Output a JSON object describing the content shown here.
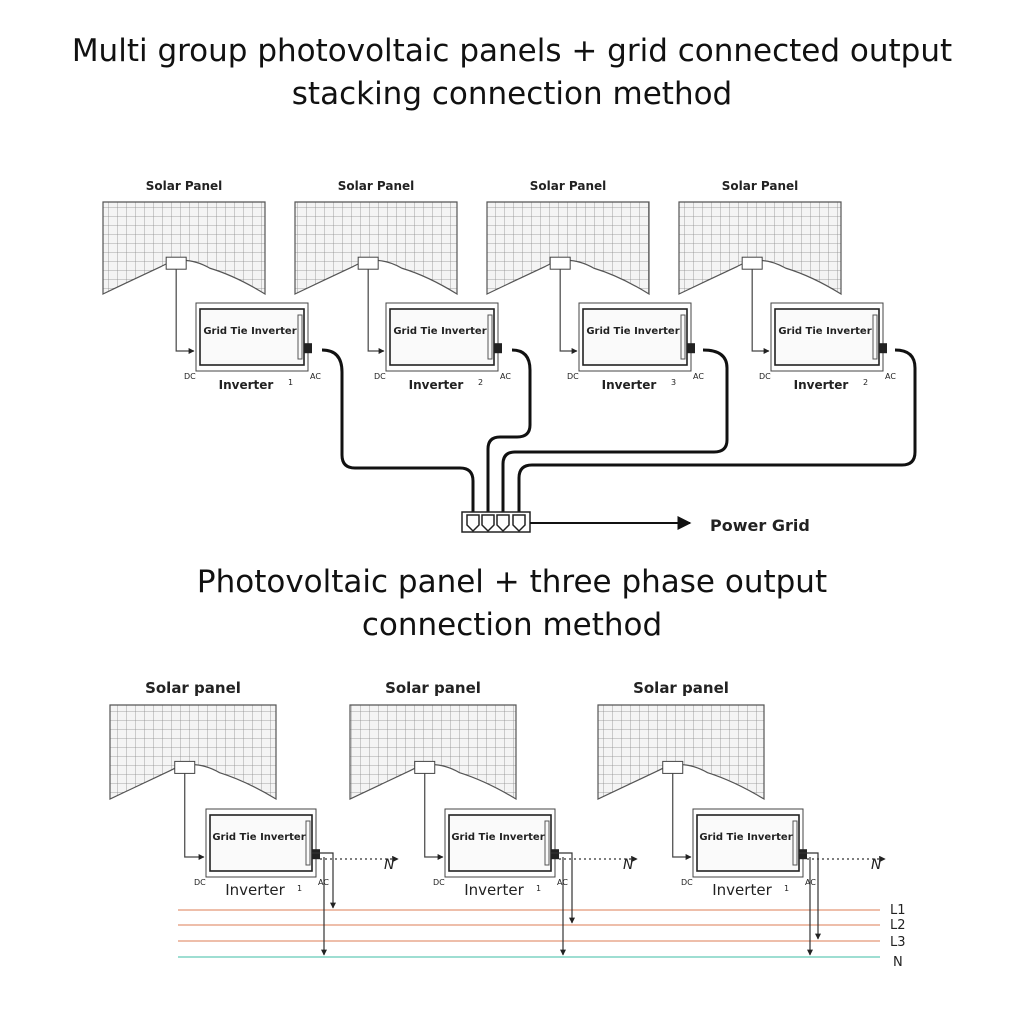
{
  "top_section": {
    "title_line1": "Multi group photovoltaic panels + grid connected output",
    "title_line2": "stacking connection method",
    "panel_label": "Solar Panel",
    "inverter_text": "Grid Tie Inverter",
    "inverter_caption": "Inverter",
    "dc_label": "DC",
    "ac_label": "AC",
    "inverter_numbers": [
      "1",
      "2",
      "3",
      "2"
    ],
    "grid_label": "Power Grid"
  },
  "bottom_section": {
    "title_line1": "Photovoltaic panel + three phase output",
    "title_line2": "connection method",
    "panel_label": "Solar panel",
    "inverter_text": "Grid  Tie  Inverter",
    "inverter_caption": "Inverter",
    "dc_label": "DC",
    "ac_label": "AC",
    "inverter_number": "1",
    "neutral_marker": "N",
    "phase_labels": [
      "L1",
      "L2",
      "L3",
      "N"
    ],
    "phase_colors": [
      "#e8a98e",
      "#e8a98e",
      "#e8a98e",
      "#7fd3c4"
    ]
  }
}
